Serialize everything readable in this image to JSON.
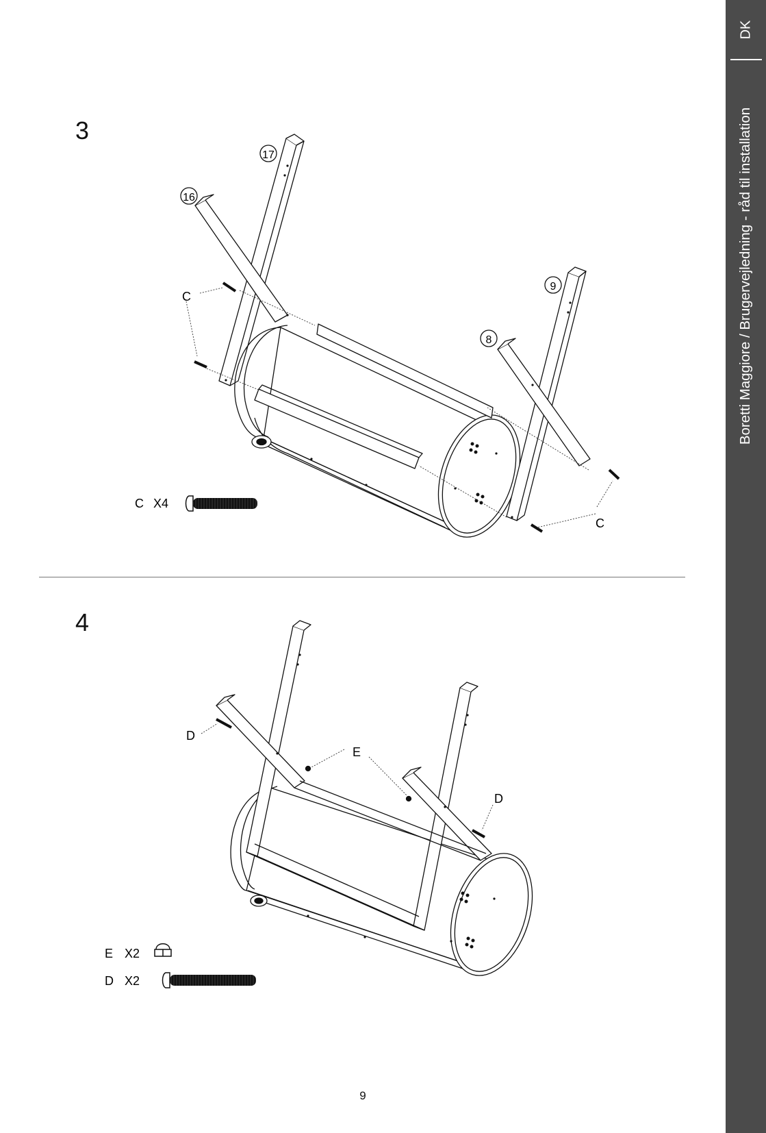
{
  "sidebar": {
    "language_code": "DK",
    "title": "Boretti Maggiore / Brugervejledning - råd til installation"
  },
  "steps": [
    {
      "number": "3",
      "callouts": [
        "17",
        "16",
        "9",
        "8"
      ],
      "hardware_labels": [
        "C",
        "C"
      ],
      "parts": [
        {
          "letter": "C",
          "qty": "X4"
        }
      ]
    },
    {
      "number": "4",
      "hardware_labels": [
        "D",
        "E",
        "D"
      ],
      "parts": [
        {
          "letter": "E",
          "qty": "X2"
        },
        {
          "letter": "D",
          "qty": "X2"
        }
      ]
    }
  ],
  "page_number": "9"
}
